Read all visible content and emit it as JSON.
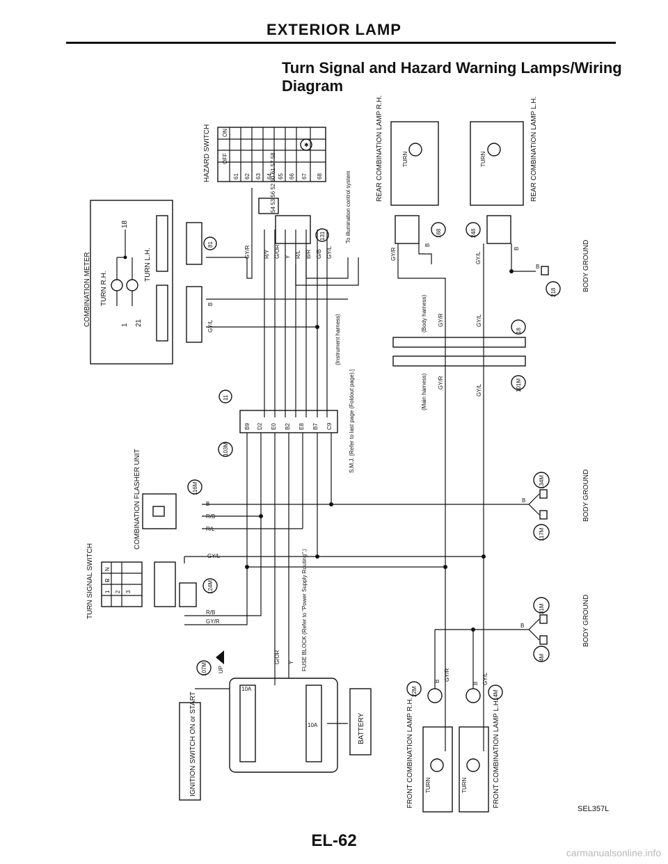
{
  "header": {
    "section": "EXTERIOR LAMP",
    "title_line1": "Turn Signal and Hazard Warning Lamps/Wiring",
    "title_line2": "Diagram"
  },
  "footer": {
    "page_number": "EL-62",
    "figure_code": "SEL357L",
    "watermark": "carmanualsonline.info"
  },
  "components": {
    "hazard_switch": "HAZARD SWITCH",
    "hazard_positions": [
      "OFF",
      "ON"
    ],
    "hazard_pins": [
      "61",
      "62",
      "63",
      "64",
      "65",
      "66",
      "67",
      "68"
    ],
    "combination_meter": "COMBINATION METER",
    "turn_rh": "TURN R.H.",
    "turn_lh": "TURN L.H.",
    "meter_pins": [
      "1",
      "21",
      "18"
    ],
    "flasher_unit": "COMBINATION FLASHER UNIT",
    "turn_signal_switch": "TURN SIGNAL SWITCH",
    "turn_switch_positions": [
      "R",
      "N",
      "L"
    ],
    "turn_switch_rows": [
      "1",
      "2",
      "3"
    ],
    "ignition_switch": "IGNITION SWITCH ON or START",
    "battery": "BATTERY",
    "fuse_block": "FUSE BLOCK (Refer to \"Power Supply Routing\".)",
    "fuse_rating": "10A",
    "rear_rh": "REAR COMBINATION LAMP R.H.",
    "rear_lh": "REAR COMBINATION LAMP L.H.",
    "front_rh": "FRONT COMBINATION LAMP R.H.",
    "front_lh": "FRONT COMBINATION LAMP L.H.",
    "turn": "TURN",
    "body_ground": "BODY GROUND",
    "smj": "S.M.J. [Refer to last page (Foldout page).]",
    "instrument_harness": "(Instrument harness)",
    "body_harness": "(Body harness)",
    "main_harness": "(Main harness)",
    "illumination": "To illumination control system",
    "up": "UP",
    "connector_row": "54 53 56 52 60 61 57 58"
  },
  "connectors": [
    "81",
    "131",
    "11",
    "103M",
    "116M",
    "124M",
    "107M",
    "168",
    "248",
    "218",
    "18",
    "101M",
    "134M",
    "117M",
    "31M",
    "4M",
    "22M",
    "14M"
  ],
  "wire_colors": [
    "GY/R",
    "R/Y",
    "G/OR",
    "Y",
    "R/L",
    "B/R",
    "G/B",
    "GY/L",
    "B",
    "R/B"
  ],
  "smj_left_pins": [
    "B9",
    "D2",
    "E0",
    "B2",
    "E8",
    "B7",
    "C9"
  ],
  "smj_right_colors": [
    "GY/R",
    "R/Y",
    "G/OR",
    "Y",
    "R/L",
    "GY/L",
    "B"
  ],
  "smj_left_colors": [
    "GY/R",
    "R/B",
    "G/OR",
    "Y",
    "R/L",
    "GY/L",
    "B"
  ],
  "flasher_wires": [
    "B",
    "R/B",
    "R/L"
  ],
  "turn_switch_wires": [
    "R/B",
    "GY/R",
    "GY/L"
  ]
}
